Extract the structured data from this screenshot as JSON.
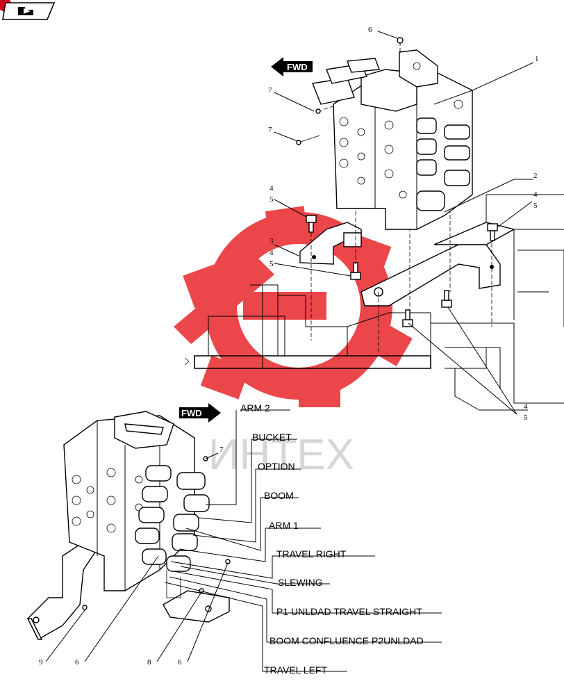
{
  "nav": {
    "icon": "return-arrow-icon"
  },
  "fwd_label": "FWD",
  "watermark": "ИНТЕХ",
  "callouts": {
    "c1": "1",
    "c2": "2",
    "c3": "3",
    "c4a": "4",
    "c5a": "5",
    "c4b": "4",
    "c5b": "5",
    "c4c": "4",
    "c5c": "5",
    "c4d": "4",
    "c5d": "5",
    "c6a": "6",
    "c7a": "7",
    "c7b": "7",
    "c7c": "7",
    "c9": "9",
    "c6b": "6",
    "c8": "8",
    "c6c": "6"
  },
  "section_labels": [
    "ARM 2",
    "BUCKET",
    "OPTION",
    "BOOM",
    "ARM 1",
    "TRAVEL RIGHT",
    "SLEWING",
    "P1 UNLDAD TRAVEL STRAIGHT",
    "BOOM CONFLUENCE P2UNLDAD",
    "TRAVEL LEFT"
  ],
  "colors": {
    "watermark": "#e8262a",
    "badge": "#d0021b",
    "line": "#000000"
  }
}
